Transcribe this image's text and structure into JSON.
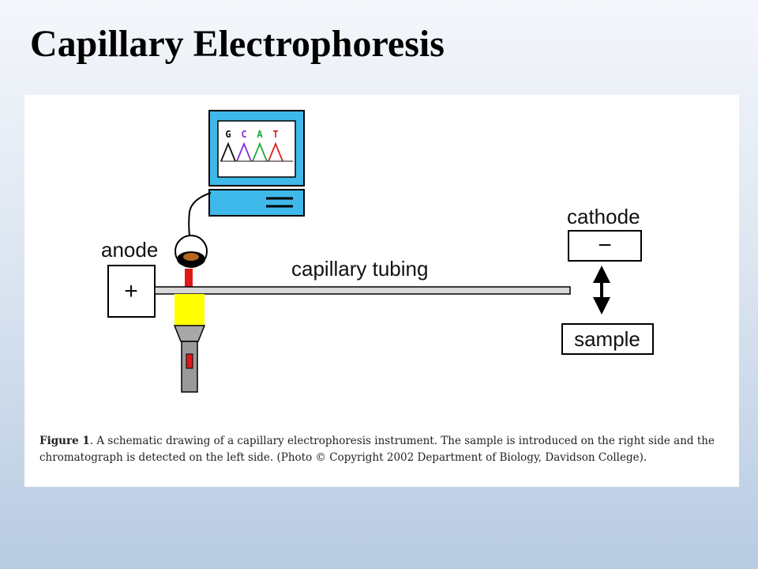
{
  "slide": {
    "title": "Capillary Electrophoresis"
  },
  "diagram": {
    "labels": {
      "anode": "anode",
      "cathode": "cathode",
      "capillary": "capillary tubing",
      "sample": "sample"
    },
    "signs": {
      "anode": "+",
      "cathode": "−"
    },
    "trace_letters": [
      {
        "letter": "G",
        "color": "#111111"
      },
      {
        "letter": "C",
        "color": "#8a2be2"
      },
      {
        "letter": "A",
        "color": "#1fa83a"
      },
      {
        "letter": "T",
        "color": "#e0201c"
      }
    ],
    "colors": {
      "monitor": "#3fb8ea",
      "laser": "#e01818",
      "detector_window": "#ffff00",
      "flashlight": "#9a9a9a"
    }
  },
  "caption": {
    "lead": "Figure 1",
    "text": ". A schematic drawing of a capillary electrophoresis instrument. The sample is introduced on the right side and the chromatograph is detected on the left side. (Photo © Copyright 2002 Department of Biology, Davidson College)."
  }
}
